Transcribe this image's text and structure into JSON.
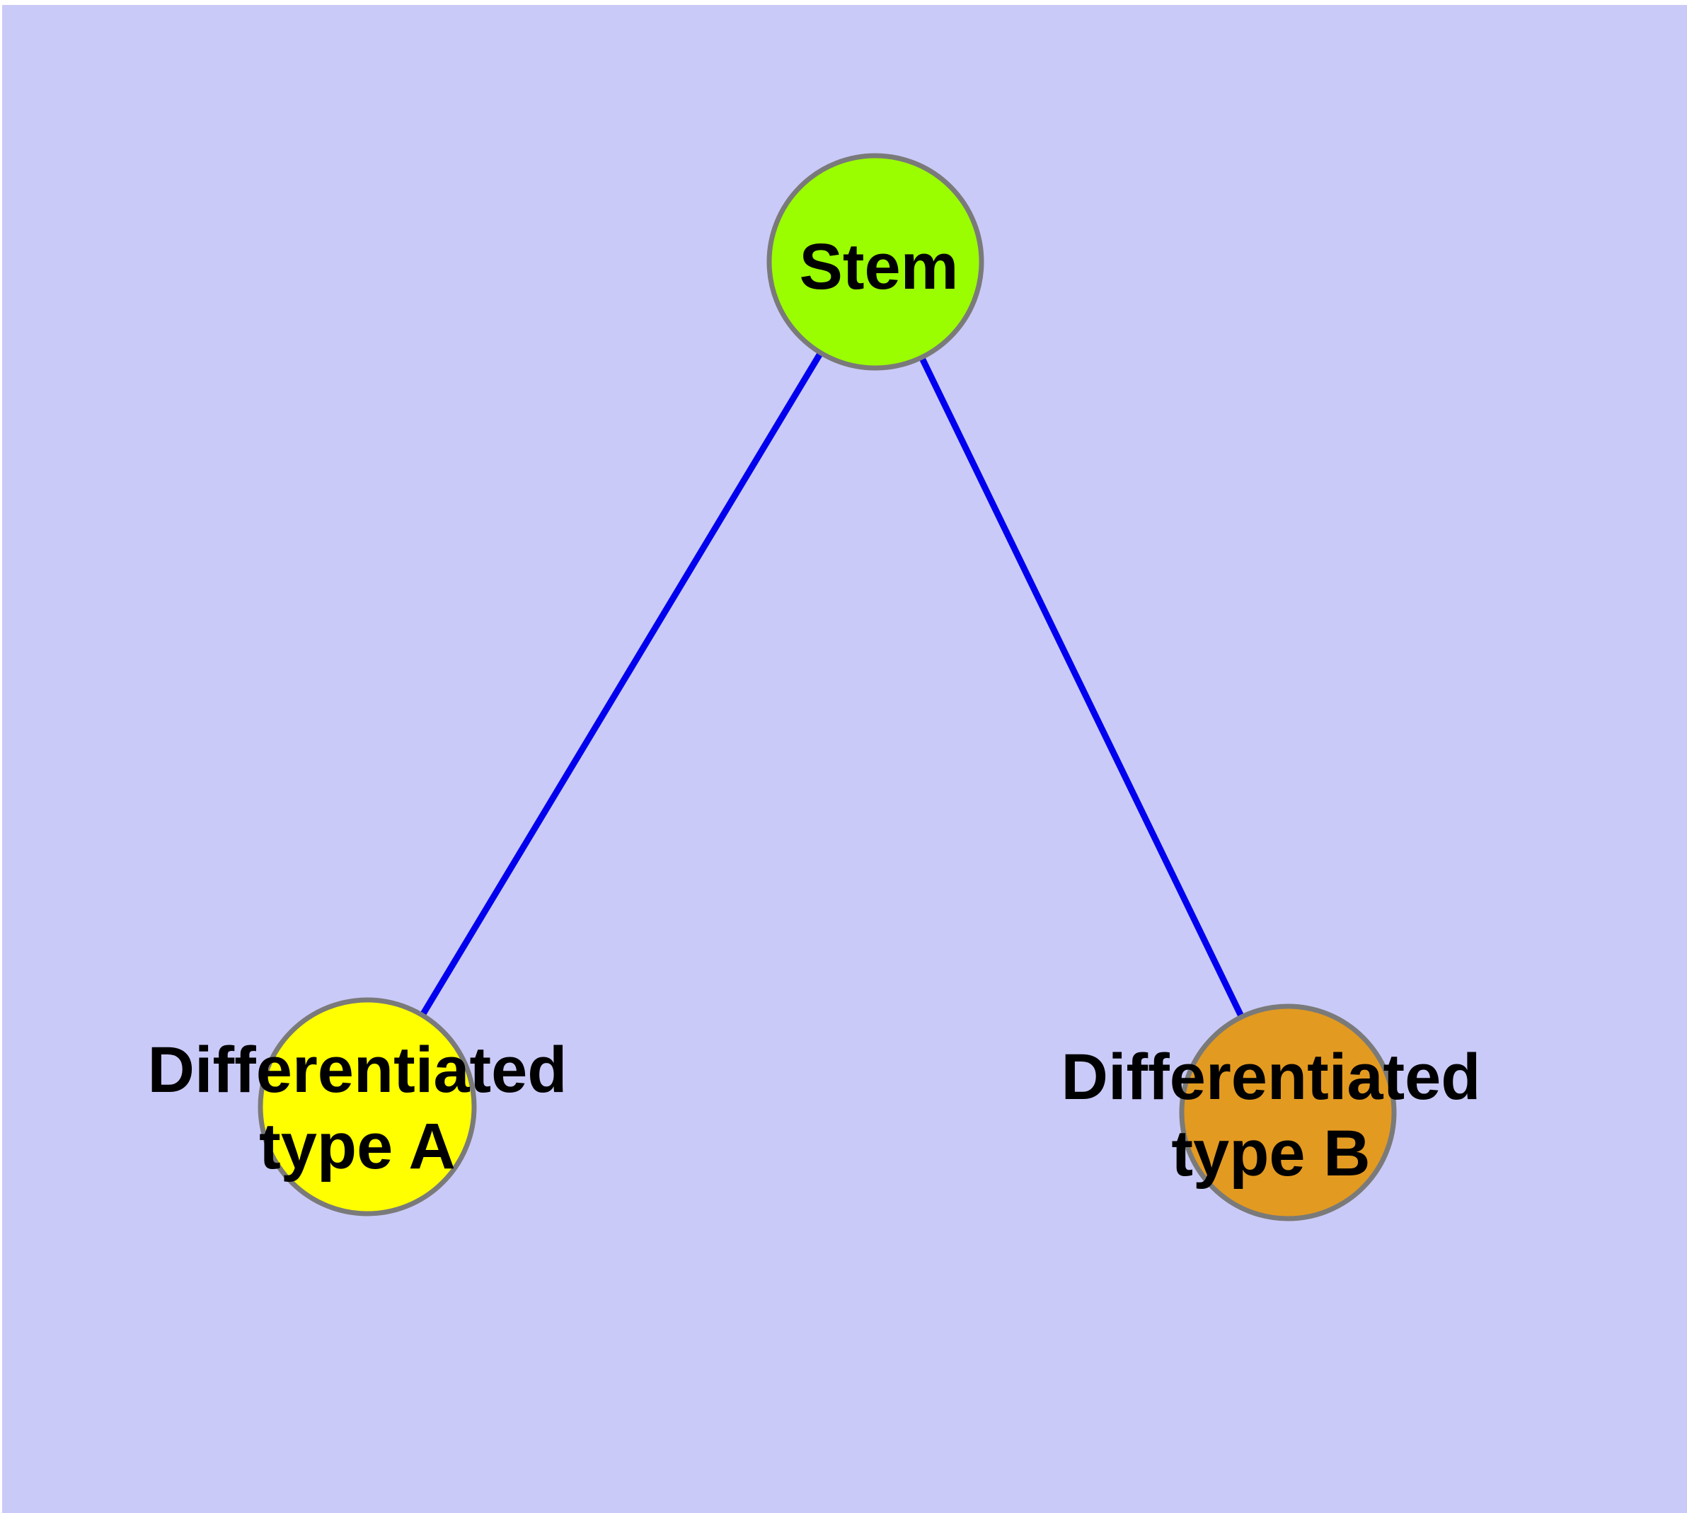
{
  "canvas": {
    "page_background": "#FFFFFF",
    "background_color": "#CACAF8"
  },
  "edges": {
    "color": "#0000EE",
    "items": [
      {
        "from": "Stem",
        "to": "Differentiated type A"
      },
      {
        "from": "Stem",
        "to": "Differentiated type B"
      }
    ]
  },
  "nodes": [
    {
      "id": "stem",
      "label": "Stem",
      "fill": "#9BFE00",
      "border_color": "#7A7A7A"
    },
    {
      "id": "differentiated-type-a",
      "label": "Differentiated\ntype A",
      "fill": "#FFFF00",
      "border_color": "#7A7A7A"
    },
    {
      "id": "differentiated-type-b",
      "label": "Differentiated\ntype B",
      "fill": "#E39A20",
      "border_color": "#7A7A7A"
    }
  ]
}
